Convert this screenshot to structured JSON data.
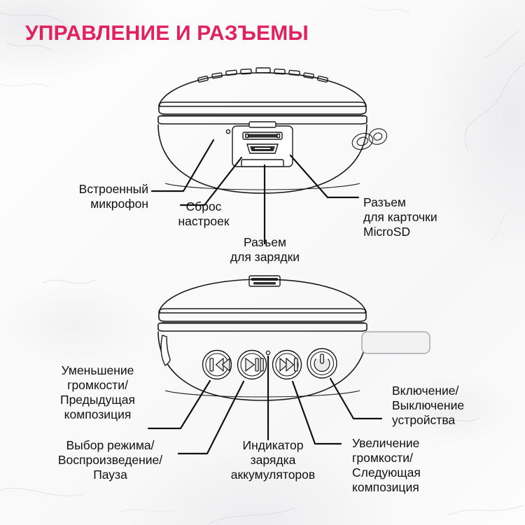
{
  "page": {
    "title": "УПРАВЛЕНИЕ И РАЗЪЕМЫ",
    "title_color": "#e2215f",
    "background": "white-marble-texture",
    "ink_color": "#111111"
  },
  "diagram": {
    "figures": [
      {
        "name": "rear-port-view",
        "description": "Вид устройства сзади с разъемами",
        "features": [
          {
            "name": "built-in-microphone-hole",
            "label_ref": "microphone"
          },
          {
            "name": "reset-pinhole",
            "label_ref": "reset"
          },
          {
            "name": "microsd-card-slot",
            "label_ref": "microsd"
          },
          {
            "name": "micro-usb-charging-port",
            "label_ref": "charging"
          },
          {
            "name": "brand-logo-mark",
            "label_ref": null
          }
        ]
      },
      {
        "name": "front-control-view",
        "description": "Вид устройства спереди с кнопками управления",
        "buttons": [
          {
            "name": "previous-track-button",
            "icon": "previous-track-icon",
            "label_ref": "volume_down"
          },
          {
            "name": "play-pause-button",
            "icon": "play-pause-icon",
            "label_ref": "mode_play_pause"
          },
          {
            "name": "next-track-button",
            "icon": "next-track-icon",
            "label_ref": "volume_up"
          },
          {
            "name": "power-button",
            "icon": "power-icon",
            "label_ref": "power"
          }
        ],
        "features": [
          {
            "name": "charging-indicator-led",
            "label_ref": "charge_indicator"
          },
          {
            "name": "strap-loop-tab",
            "label_ref": null
          },
          {
            "name": "side-rubber-flap",
            "label_ref": null
          }
        ]
      }
    ]
  },
  "labels": {
    "microphone": "Встроенный\nмикрофон",
    "reset": "Сброс\nнастроек",
    "charging": "Разъем\nдля зарядки",
    "microsd": "Разъем\nдля карточки\nMicroSD",
    "volume_down": "Уменьшение\nгромкости/\nПредыдущая\nкомпозиция",
    "mode_play_pause": "Выбор режима/\nВоспроизведение/\nПауза",
    "charge_indicator": "Индикатор\nзарядка\nаккумуляторов",
    "volume_up": "Увеличение\nгромкости/\nСледующая\nкомпозиция",
    "power": "Включение/\nВыключение\nустройства"
  }
}
